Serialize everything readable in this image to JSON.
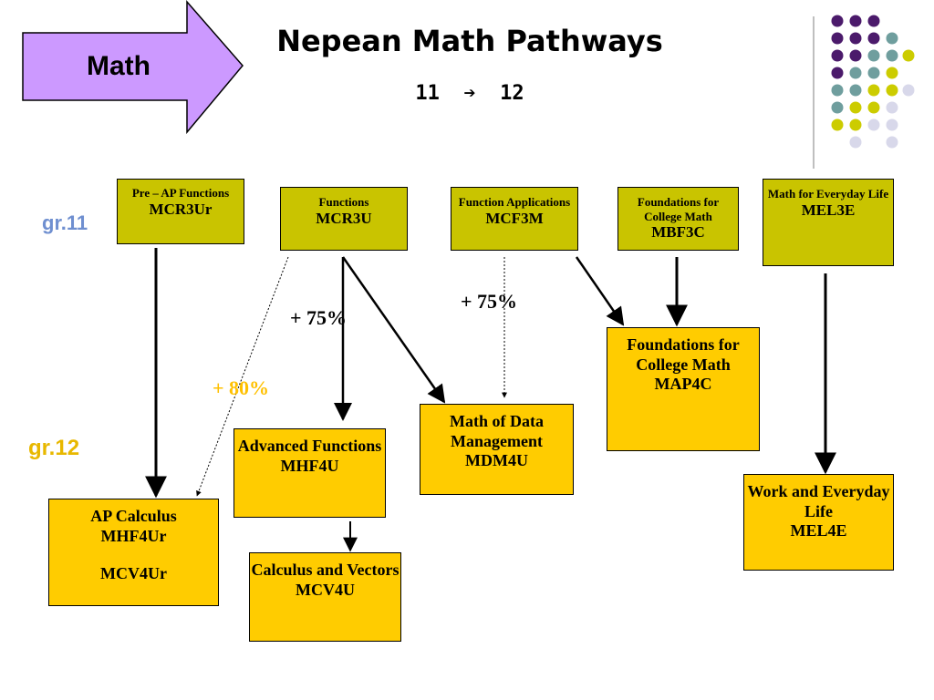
{
  "header": {
    "tag_label": "Math",
    "title": "Nepean Math Pathways",
    "grades_from": "11",
    "grades_to": "12"
  },
  "grade_labels": {
    "gr11": "gr.11",
    "gr12": "gr.12"
  },
  "courses_gr11": [
    {
      "name": "Pre – AP Functions",
      "code": "MCR3Ur"
    },
    {
      "name": "Functions",
      "code": "MCR3U"
    },
    {
      "name": "Function Applications",
      "code": "MCF3M"
    },
    {
      "name": "Foundations for College Math",
      "code": "MBF3C"
    },
    {
      "name": "Math for Everyday Life",
      "code": "MEL3E"
    }
  ],
  "courses_gr12": [
    {
      "name": "AP Calculus",
      "code": "MHF4Ur",
      "code2": "MCV4Ur"
    },
    {
      "name": "Advanced Functions",
      "code": "MHF4U"
    },
    {
      "name": "Calculus and Vectors",
      "code": "MCV4U"
    },
    {
      "name": "Math of Data Management",
      "code": "MDM4U"
    },
    {
      "name": "Foundations for College Math",
      "code": "MAP4C"
    },
    {
      "name": "Work and Everyday Life",
      "code": "MEL4E"
    }
  ],
  "prerequisites": [
    {
      "label": "+ 75%",
      "color": "#000000"
    },
    {
      "label": "+ 75%",
      "color": "#000000"
    },
    {
      "label": "+ 80%",
      "color": "#ffc000"
    }
  ],
  "colors": {
    "olive_box": "#c9c400",
    "gold_box": "#ffcc00",
    "tag_fill": "#cc99ff",
    "dot_purple": "#4b1a6b",
    "dot_teal": "#6f9e9e",
    "dot_lime": "#cccc00",
    "dot_lavender": "#d8d8ea"
  }
}
